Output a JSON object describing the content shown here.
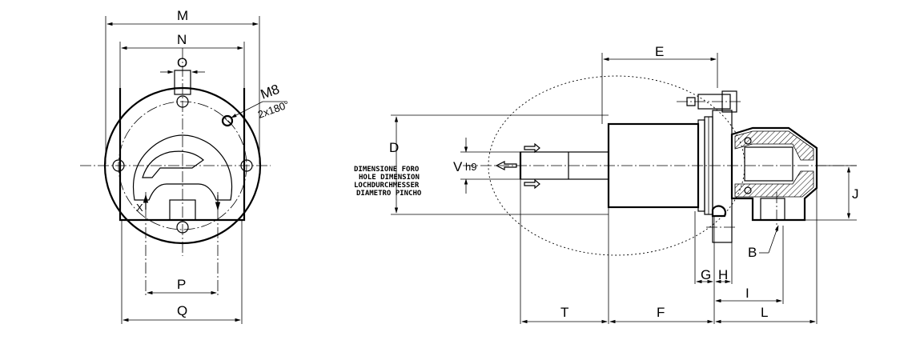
{
  "front_view": {
    "dims": {
      "M": "M",
      "N": "N",
      "O": "O",
      "P": "P",
      "Q": "Q"
    },
    "thread": "M8",
    "thread_qty": "2x180°",
    "arrow_x": "X"
  },
  "side_view": {
    "dims": {
      "D": "D",
      "E": "E",
      "F": "F",
      "G": "G",
      "H": "H",
      "I": "I",
      "J": "J",
      "L": "L",
      "T": "T",
      "B": "B",
      "V": "V",
      "V_sub": "h9"
    },
    "hole_note": [
      "DIMENSIONE FORO",
      "HOLE DIMENSION",
      "LOCHDURCHMESSER",
      "DIAMETRO PINCHO"
    ]
  }
}
